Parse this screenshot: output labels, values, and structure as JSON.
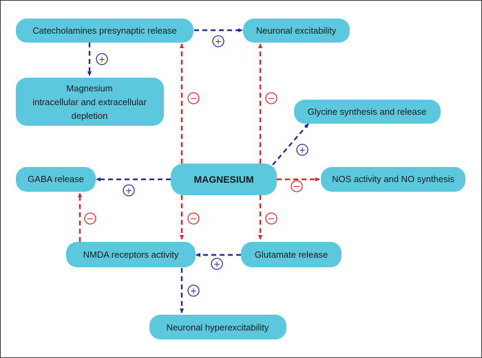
{
  "nodes": {
    "catecholamines": "Catecholamines presynaptic release",
    "neuronal_excitability": "Neuronal excitability",
    "mg_depletion": [
      "Magnesium",
      "intracellular and extracellular",
      "depletion"
    ],
    "glycine": "Glycine synthesis and release",
    "gaba": "GABA release",
    "magnesium": "MAGNESIUM",
    "nos": "NOS activity and NO synthesis",
    "nmda": "NMDA receptors activity",
    "glutamate": "Glutamate release",
    "hyperexcitability": "Neuronal hyperexcitability"
  },
  "signs": {
    "plus": "+",
    "minus": "−"
  },
  "colors": {
    "node_fill": "#5bc8de",
    "stimulatory": "#1f2f8f",
    "inhibitory": "#e32326",
    "frame": "#333333"
  }
}
